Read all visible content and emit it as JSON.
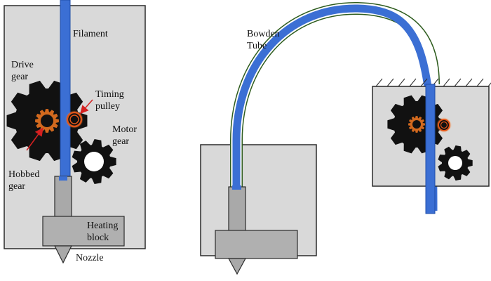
{
  "colors": {
    "housing": "#d9d9d9",
    "outline": "#2b2b2b",
    "filament": "#3b6fd4",
    "filament_edge": "#1f4ea8",
    "bowden_outer": "#2e5c1e",
    "gear": "#111111",
    "hobbed": "#d2691e",
    "pulley": "#e0561a",
    "arrow": "#d42020",
    "nozzle": "#b0b0b0"
  },
  "icons": [
    "drive-gear-icon",
    "motor-gear-icon",
    "hobbed-gear-icon",
    "timing-pulley-icon",
    "nozzle-icon"
  ],
  "direct_drive": {
    "filament_label": "Filament",
    "drive_gear_label": [
      "Drive",
      "gear"
    ],
    "timing_pulley_label": [
      "Timing",
      "pulley"
    ],
    "motor_gear_label": [
      "Motor",
      "gear"
    ],
    "hobbed_gear_label": [
      "Hobbed",
      "gear"
    ],
    "heating_block_label": [
      "Heating",
      "block"
    ],
    "nozzle_label": "Nozzle"
  },
  "bowden": {
    "tube_label": [
      "Bowden",
      "Tube"
    ]
  }
}
